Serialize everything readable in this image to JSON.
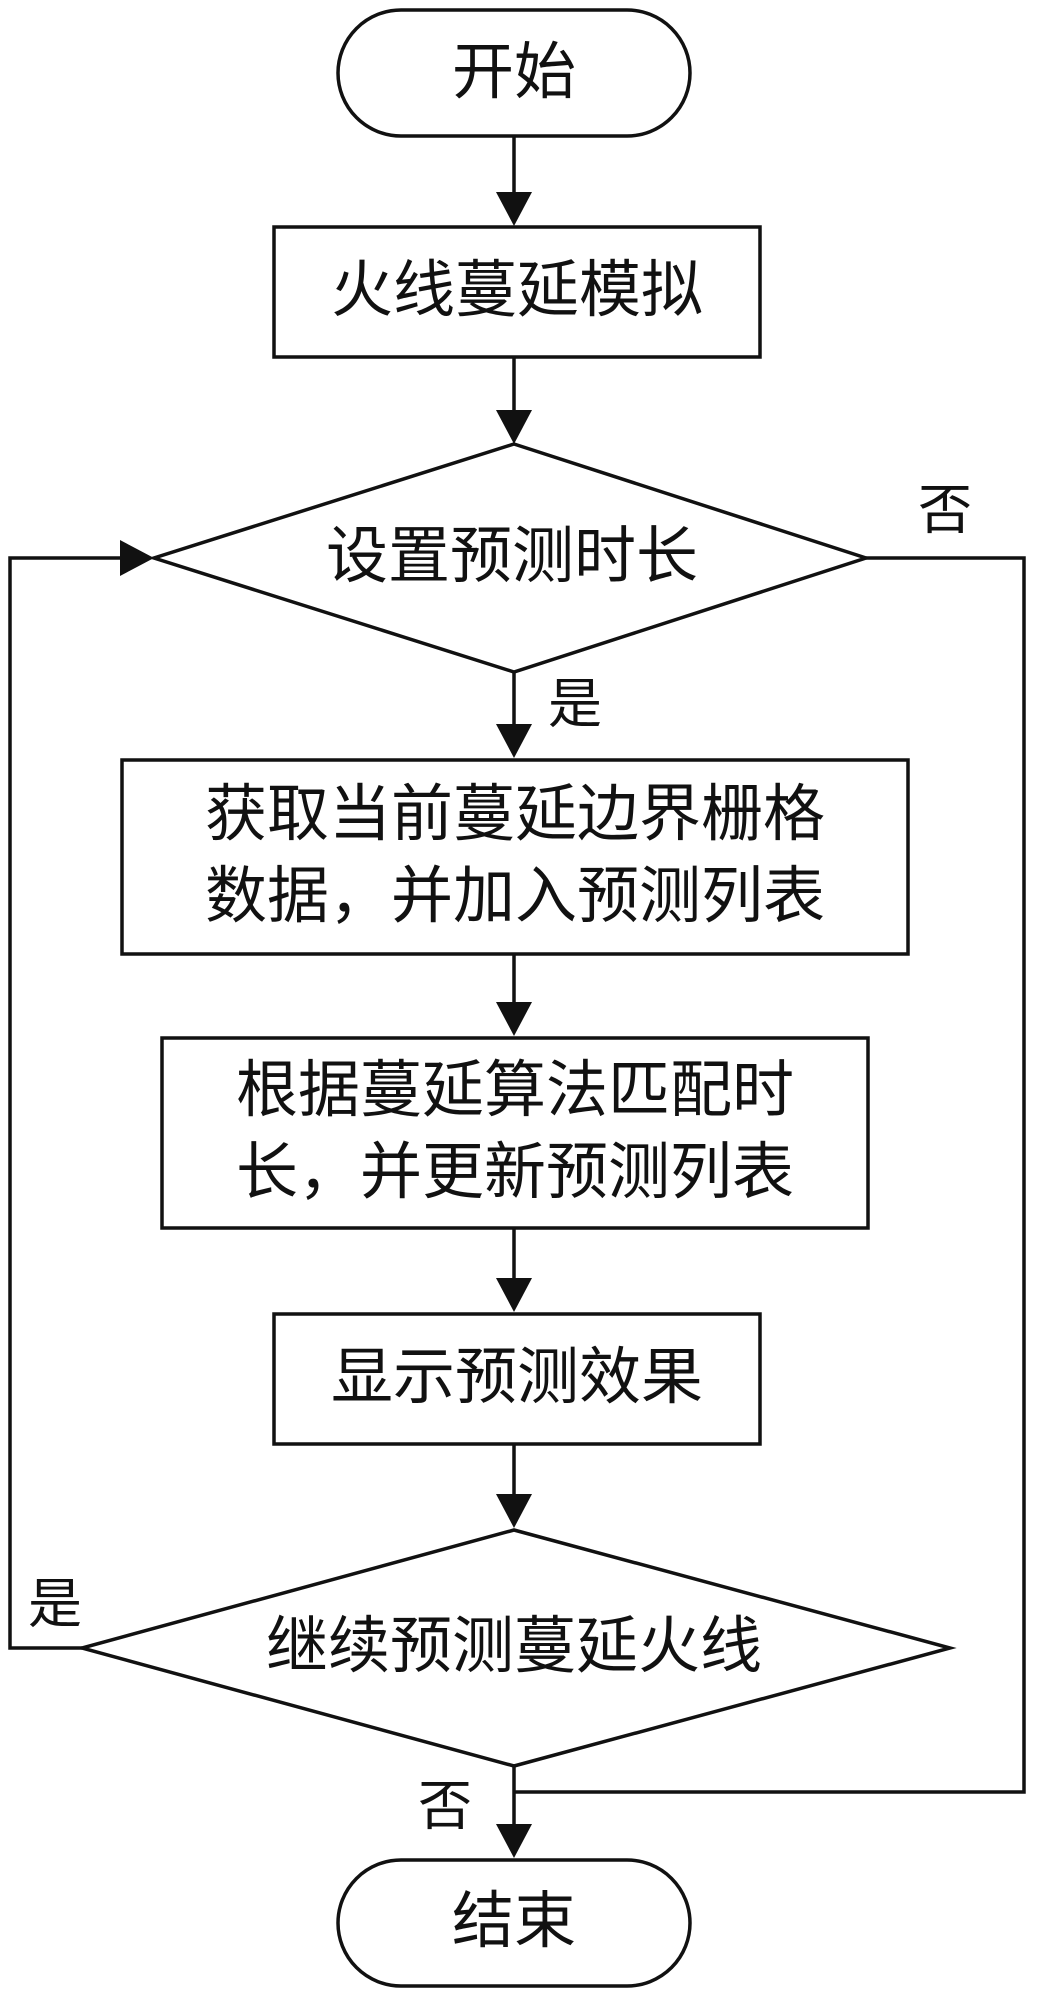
{
  "nodes": {
    "start": "开始",
    "simulate": "火线蔓延模拟",
    "set_duration": "设置预测时长",
    "get_boundary": [
      "获取当前蔓延边界栅格",
      "数据，并加入预测列表"
    ],
    "match_duration": [
      "根据蔓延算法匹配时",
      "长，并更新预测列表"
    ],
    "show_result": "显示预测效果",
    "continue_predict": "继续预测蔓延火线",
    "end": "结束"
  },
  "labels": {
    "set_duration_yes": "是",
    "set_duration_no": "否",
    "continue_yes": "是",
    "continue_no": "否"
  }
}
